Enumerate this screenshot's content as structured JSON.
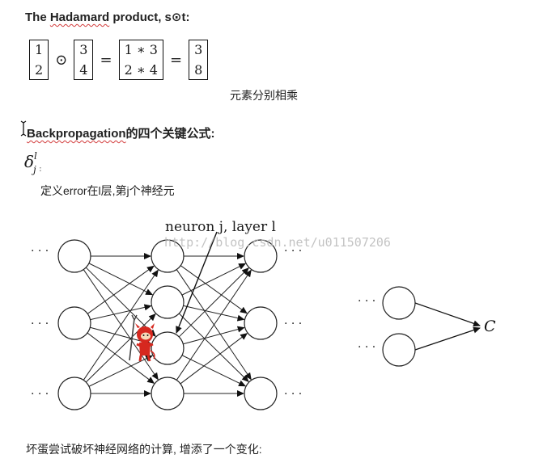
{
  "hadamard": {
    "title_prefix": "The ",
    "title_underlined": "Hadamard",
    "title_middle": " product, s",
    "title_symbol": "⊙",
    "title_suffix": "t:",
    "matrix_a": [
      "1",
      "2"
    ],
    "operator_odot": "⊙",
    "matrix_b": [
      "3",
      "4"
    ],
    "equals_1": "=",
    "matrix_c": [
      "1 ∗ 3",
      "2 ∗ 4"
    ],
    "equals_2": "=",
    "matrix_d": [
      "3",
      "8"
    ],
    "caption": "元素分别相乘"
  },
  "backprop": {
    "heading_underlined": "Backpropagation",
    "heading_suffix": "的四个关键公式:",
    "delta_symbol": "δ",
    "delta_sup": "l",
    "delta_sub": "j",
    "delta_colon": ":",
    "definition": "定义error在l层,第j个神经元"
  },
  "figure": {
    "label": "neuron j, layer l",
    "watermark": "http://blog.csdn.net/u011507206",
    "ellipsis": "· · ·",
    "cost_label": "C"
  },
  "footer": {
    "text": "坏蛋尝试破坏神经网络的计算, 增添了一个变化:"
  },
  "colors": {
    "demon_red": "#d6281f",
    "squiggle": "#d23b3b"
  }
}
